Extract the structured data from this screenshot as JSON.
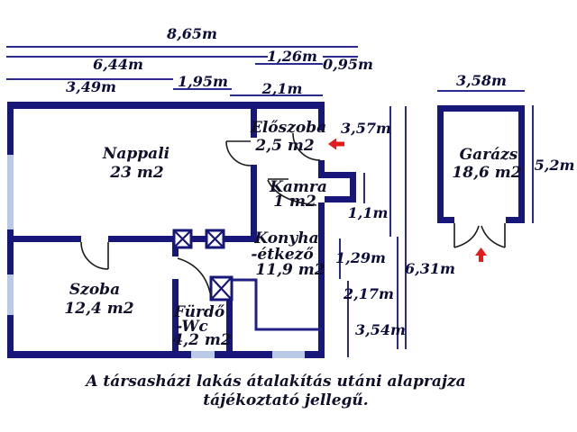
{
  "floorplan": {
    "rooms": {
      "nappali": {
        "name": "Nappali",
        "area": "23 m2"
      },
      "eloszoba": {
        "name": "Előszoba",
        "area": "2,5 m2"
      },
      "kamra": {
        "name": "Kamra",
        "area": "1 m2"
      },
      "konyha": {
        "line1": "Konyha",
        "line2": "-étkező",
        "area": "11,9 m2"
      },
      "szoba": {
        "name": "Szoba",
        "area": "12,4 m2"
      },
      "furdo": {
        "line1": "Fürdő",
        "line2": "-Wc",
        "area": "4,2 m2"
      },
      "garazs": {
        "name": "Garázs",
        "area": "18,6 m2"
      }
    },
    "dimensions": {
      "total_width": "8,65m",
      "nappali_width": "6,44m",
      "left_width": "3,49m",
      "mid_width": "1,95m",
      "eloszoba_top": "1,26m",
      "entry_width": "0,95m",
      "eloszoba_width": "2,1m",
      "upper_right_height": "3,57m",
      "kamra_height": "1,1m",
      "konyha_upper": "1,29m",
      "konyha_lower": "2,17m",
      "lower_right_height": "3,54m",
      "total_right_height": "6,31m",
      "garage_width": "3,58m",
      "garage_height": "5,2m"
    },
    "caption": {
      "line1": "A társasházi lakás átalakítás utáni alaprajza",
      "line2": "tájékoztató jellegű."
    },
    "colors": {
      "wall": "#17177a",
      "dimension_line": "#2b2b8f",
      "window": "#b9c9e6",
      "arrow": "#e31b1b",
      "text": "#10102a"
    }
  }
}
